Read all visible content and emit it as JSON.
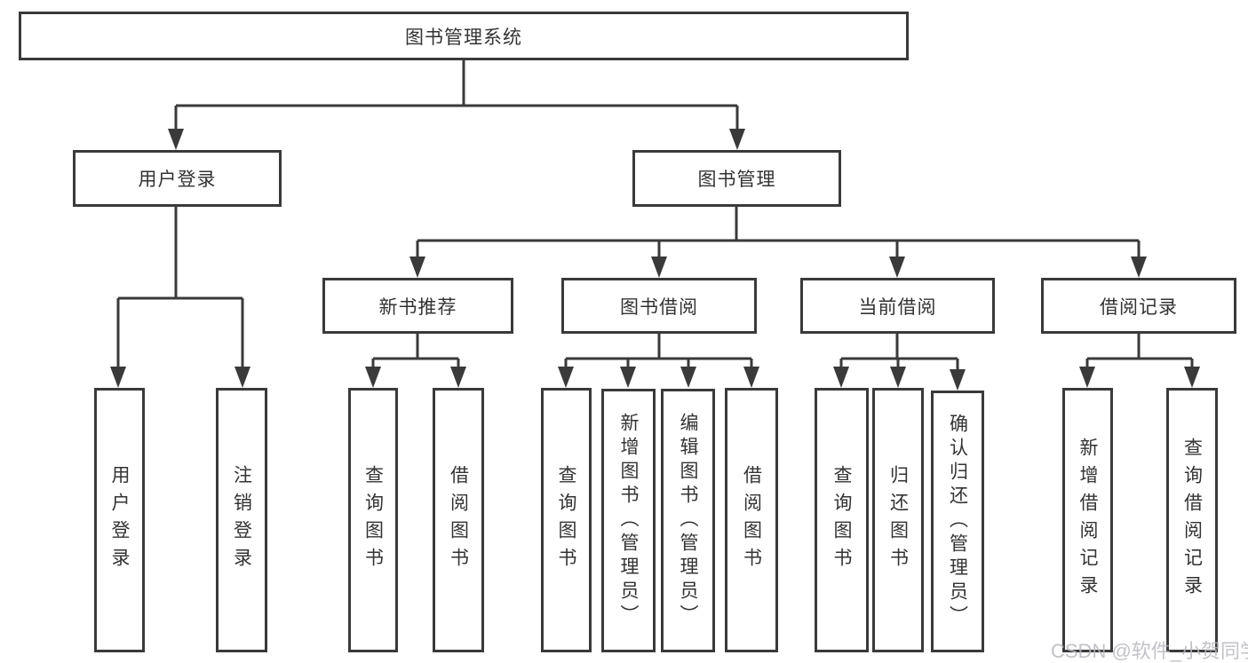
{
  "diagram": {
    "title": "图书管理系统",
    "line_color": "#3a3a3a",
    "text_color": "#333333",
    "background": "#ffffff"
  },
  "tree": {
    "label": "图书管理系统",
    "children": [
      {
        "label": "用户登录",
        "children": [
          {
            "label": "用户登录"
          },
          {
            "label": "注销登录"
          }
        ]
      },
      {
        "label": "图书管理",
        "children": [
          {
            "label": "新书推荐",
            "children": [
              {
                "label": "查询图书"
              },
              {
                "label": "借阅图书"
              }
            ]
          },
          {
            "label": "图书借阅",
            "children": [
              {
                "label": "查询图书"
              },
              {
                "label": "新增图书（管理员）"
              },
              {
                "label": "编辑图书（管理员）"
              },
              {
                "label": "借阅图书"
              }
            ]
          },
          {
            "label": "当前借阅",
            "children": [
              {
                "label": "查询图书"
              },
              {
                "label": "归还图书"
              },
              {
                "label": "确认归还（管理员）"
              }
            ]
          },
          {
            "label": "借阅记录",
            "children": [
              {
                "label": "新增借阅记录"
              },
              {
                "label": "查询借阅记录"
              }
            ]
          }
        ]
      }
    ]
  },
  "watermark": {
    "text": "CSDN @软件_小贺同学"
  }
}
